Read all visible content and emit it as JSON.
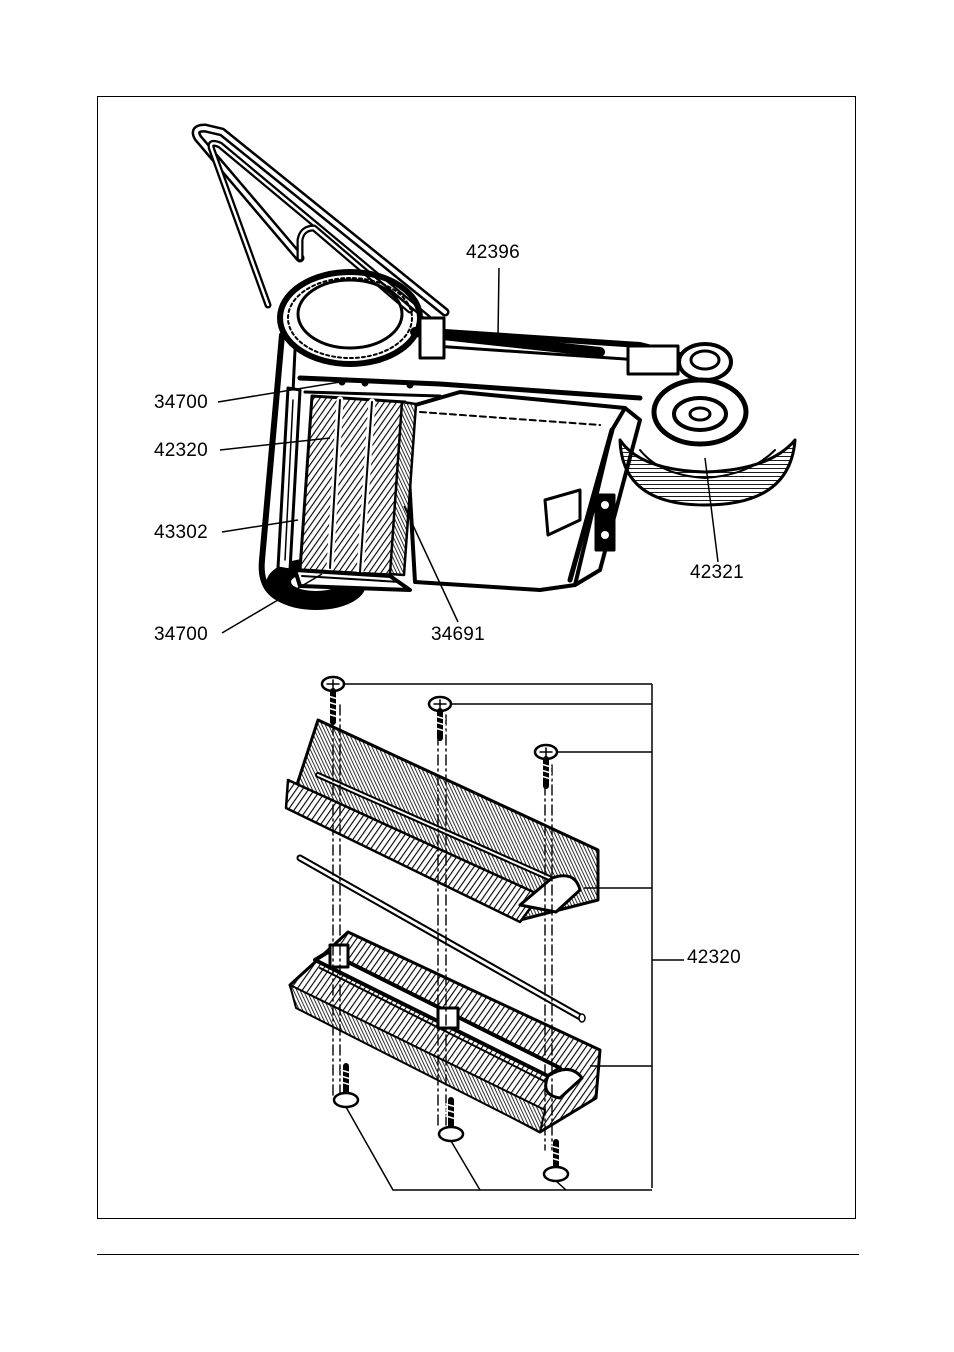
{
  "diagram": {
    "upper_view": {
      "callouts": [
        {
          "id": "c-42396",
          "part_number": "42396"
        },
        {
          "id": "c-34700-top",
          "part_number": "34700"
        },
        {
          "id": "c-42320-brush",
          "part_number": "42320"
        },
        {
          "id": "c-43302",
          "part_number": "43302"
        },
        {
          "id": "c-34700-bottom",
          "part_number": "34700"
        },
        {
          "id": "c-34691",
          "part_number": "34691"
        },
        {
          "id": "c-42321",
          "part_number": "42321"
        }
      ]
    },
    "lower_view": {
      "callouts": [
        {
          "id": "c-42320-assembly",
          "part_number": "42320"
        }
      ]
    }
  }
}
